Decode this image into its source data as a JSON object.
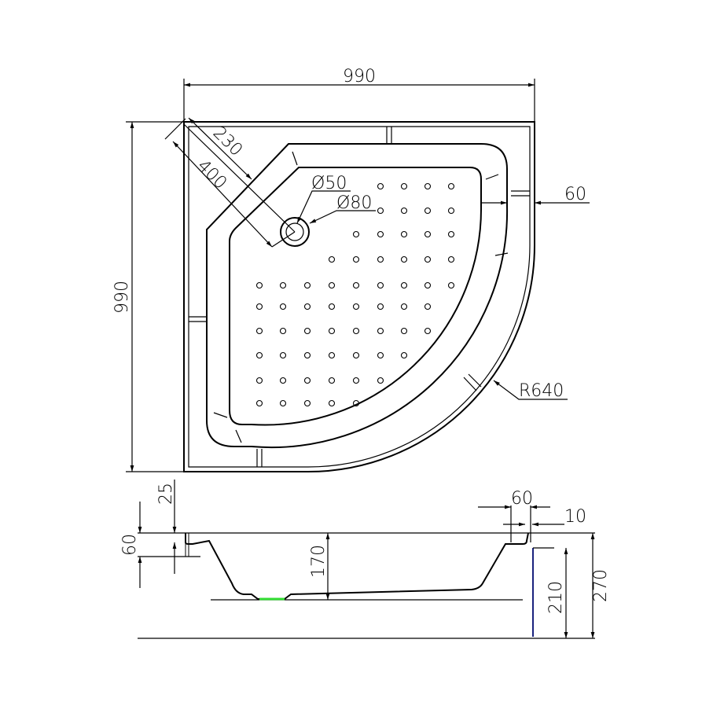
{
  "top_view": {
    "width_dim": "990",
    "height_dim": "990",
    "corner_dim_230": "230",
    "corner_dim_400": "400",
    "drain_inner": "Ø50",
    "drain_outer": "Ø80",
    "rim_dim": "60",
    "radius": "R640"
  },
  "side_view": {
    "rim_height": "60",
    "rim_offset": "25",
    "depth": "170",
    "flange_width": "60",
    "flange_gap": "10",
    "apron_height": "210",
    "total_height": "270"
  },
  "colors": {
    "line": "#000000",
    "drain_outlet": "#33dd33",
    "apron": "#1a237e"
  }
}
